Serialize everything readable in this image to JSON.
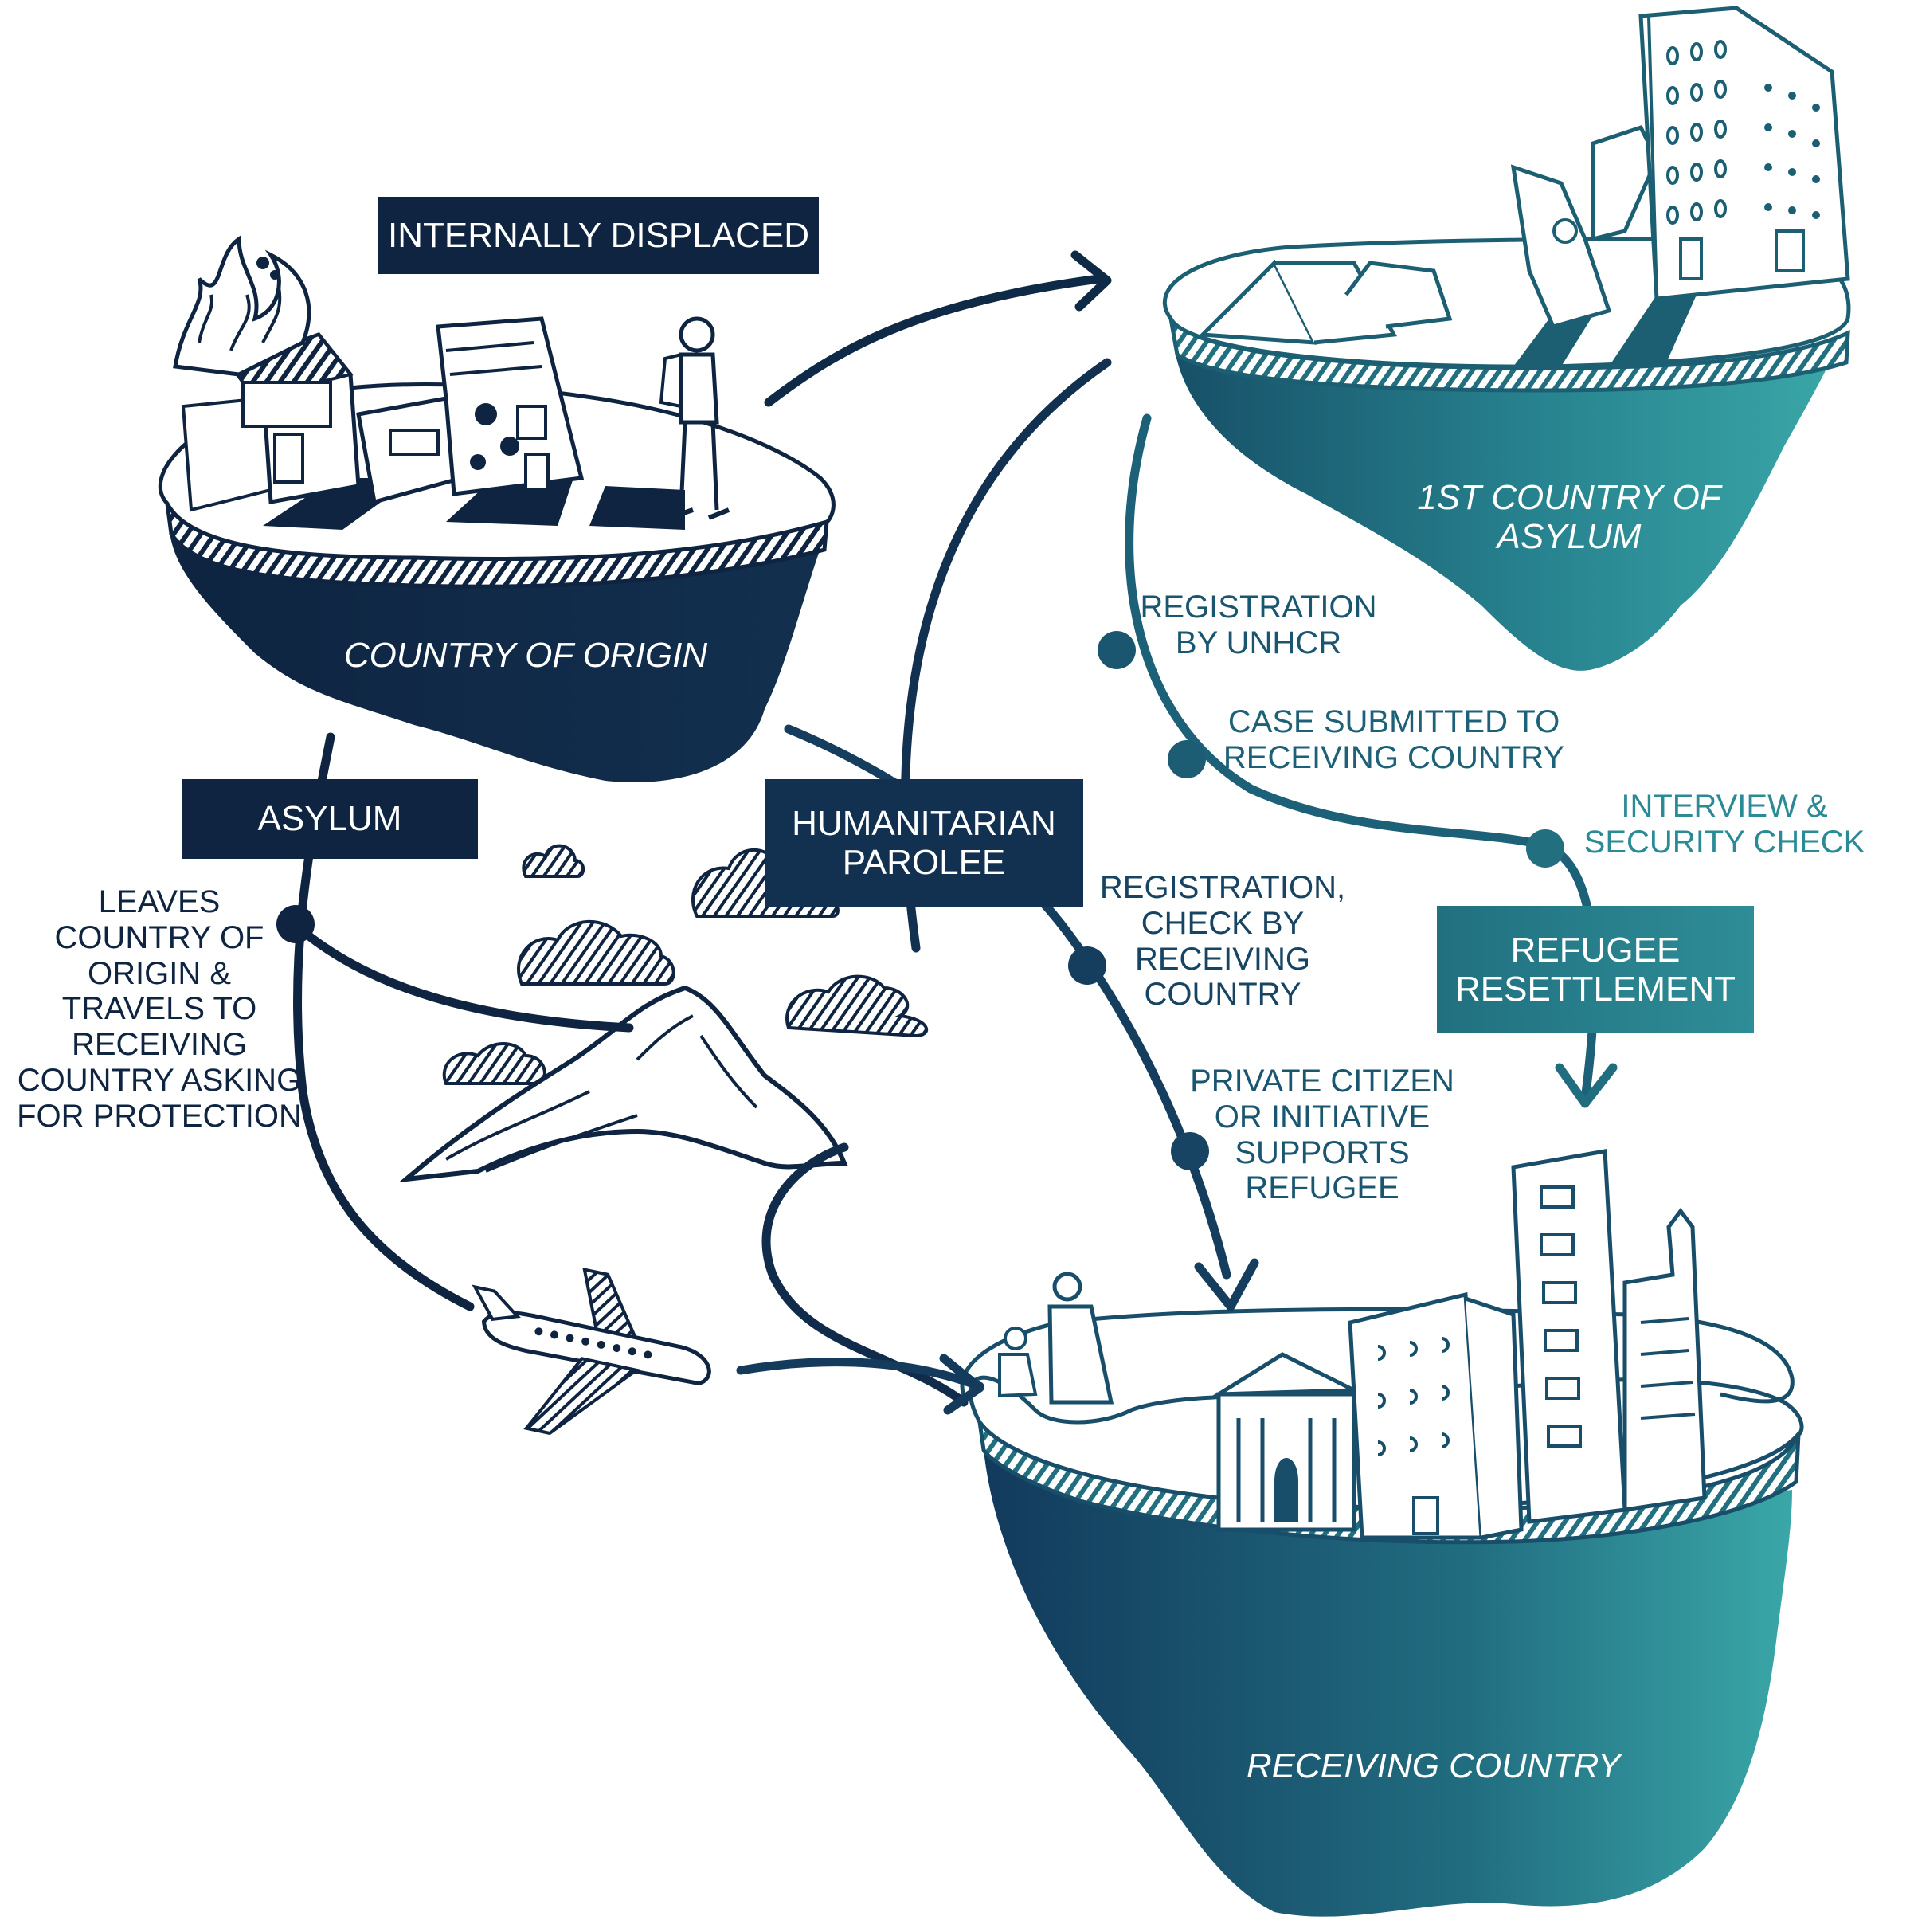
{
  "colors": {
    "navy": "#0e2440",
    "teal": "#3aa7a8",
    "mid": "#1b5570"
  },
  "tags": {
    "internally_displaced": "INTERNALLY DISPLACED",
    "asylum": "ASYLUM",
    "humanitarian_parolee": [
      "HUMANITARIAN",
      "PAROLEE"
    ],
    "refugee_resettlement": [
      "REFUGEE",
      "RESETTLEMENT"
    ]
  },
  "islands": {
    "origin": "COUNTRY OF ORIGIN",
    "first_asylum": [
      "1ST COUNTRY OF",
      "ASYLUM"
    ],
    "receiving": "RECEIVING COUNTRY"
  },
  "steps": {
    "leaves": [
      "LEAVES",
      "COUNTRY OF",
      "ORIGIN &",
      "TRAVELS TO",
      "RECEIVING",
      "COUNTRY ASKING",
      "FOR PROTECTION"
    ],
    "registration_unhcr": [
      "REGISTRATION",
      "BY UNHCR"
    ],
    "case_submitted": [
      "CASE SUBMITTED TO",
      "RECEIVING COUNTRY"
    ],
    "interview": [
      "INTERVIEW &",
      "SECURITY CHECK"
    ],
    "registration_check": [
      "REGISTRATION,",
      "CHECK BY",
      "RECEIVING",
      "COUNTRY"
    ],
    "private_citizen": [
      "PRIVATE CITIZEN",
      "OR INITIATIVE",
      "SUPPORTS",
      "REFUGEE"
    ]
  }
}
